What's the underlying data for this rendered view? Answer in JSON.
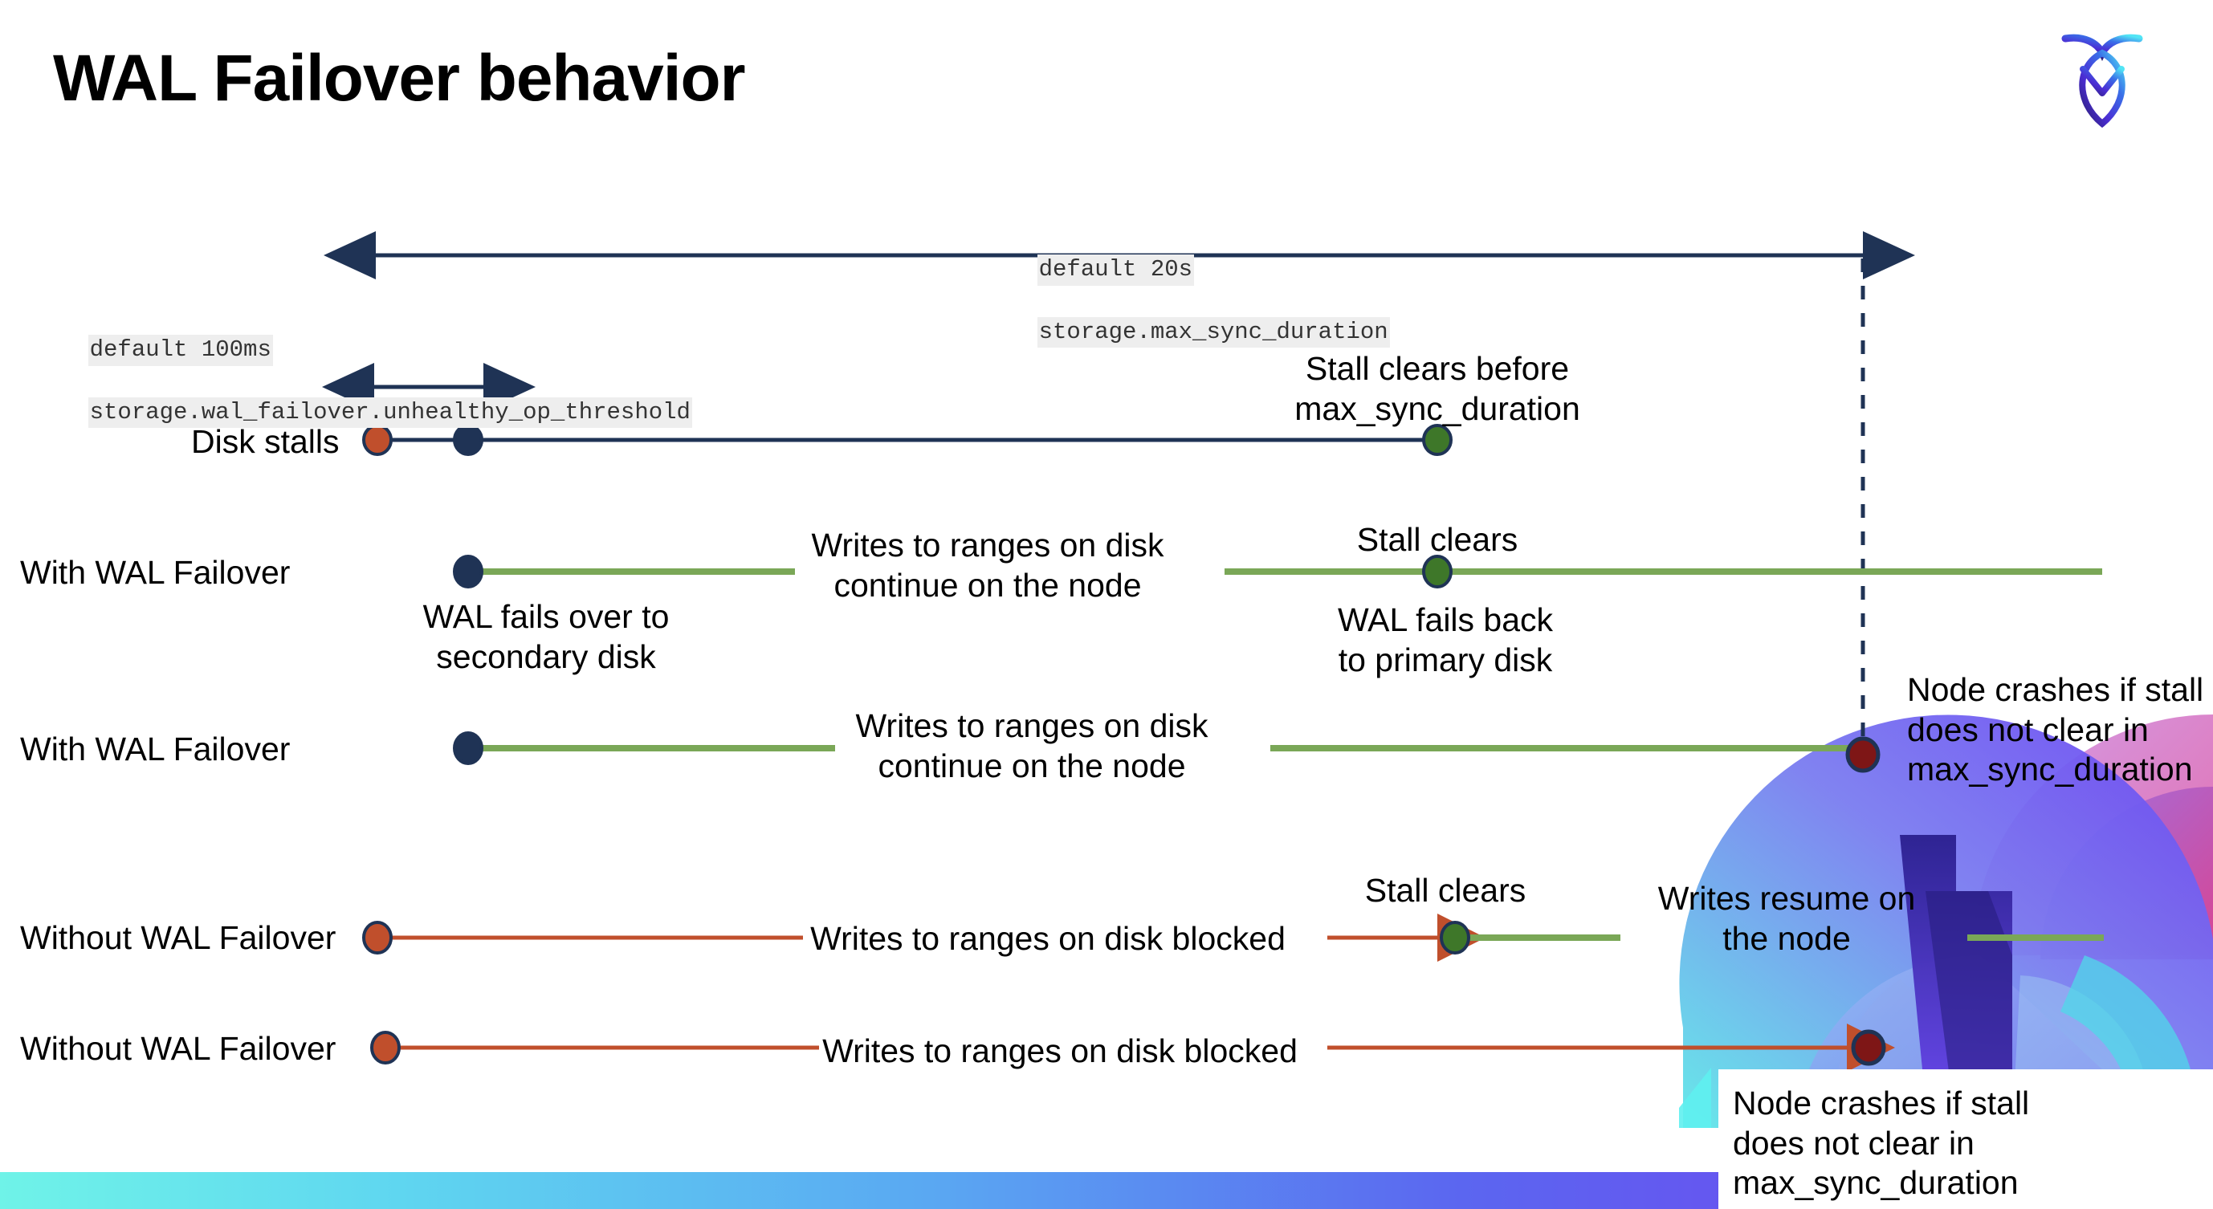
{
  "slide": {
    "title": "WAL Failover behavior",
    "logo_name": "cockroachdb-logo"
  },
  "colors": {
    "navy": "#1F3355",
    "green_line": "#7AA757",
    "green_dot": "#3E7729",
    "orange": "#C04F2C",
    "dark_red": "#7E1616",
    "code_bg": "#EEEEEE",
    "bottom_bar_start": "#6FF3E8",
    "bottom_bar_end": "#6B46F2"
  },
  "settings": {
    "max_sync": {
      "default_label": "default 20s",
      "setting_name": "storage.max_sync_duration"
    },
    "unhealthy_op": {
      "default_label": "default 100ms",
      "setting_name": "storage.wal_failover.unhealthy_op_threshold"
    }
  },
  "rows": [
    {
      "id": "disk-stalls",
      "label": "Disk stalls",
      "annotation": "Stall clears before\nmax_sync_duration"
    },
    {
      "id": "with-wal-failover-clears",
      "label": "With WAL Failover",
      "start_note": "WAL fails over to\nsecondary disk",
      "mid_note": "Writes to ranges on disk\ncontinue on the node",
      "clear_note": "Stall clears",
      "end_note": "WAL fails  back\nto primary disk"
    },
    {
      "id": "with-wal-failover-crash",
      "label": "With WAL Failover",
      "mid_note": "Writes to ranges on disk\ncontinue on the node",
      "end_note": "Node crashes if stall\ndoes not clear in\nmax_sync_duration"
    },
    {
      "id": "without-wal-failover-clears",
      "label": "Without WAL Failover",
      "mid_note": "Writes to ranges on disk  blocked",
      "clear_note": "Stall clears",
      "end_note": "Writes resume on\nthe node"
    },
    {
      "id": "without-wal-failover-crash",
      "label": "Without WAL Failover",
      "mid_note": "Writes to ranges on disk  blocked",
      "end_note": "Node crashes if stall\ndoes not clear in\nmax_sync_duration"
    }
  ]
}
